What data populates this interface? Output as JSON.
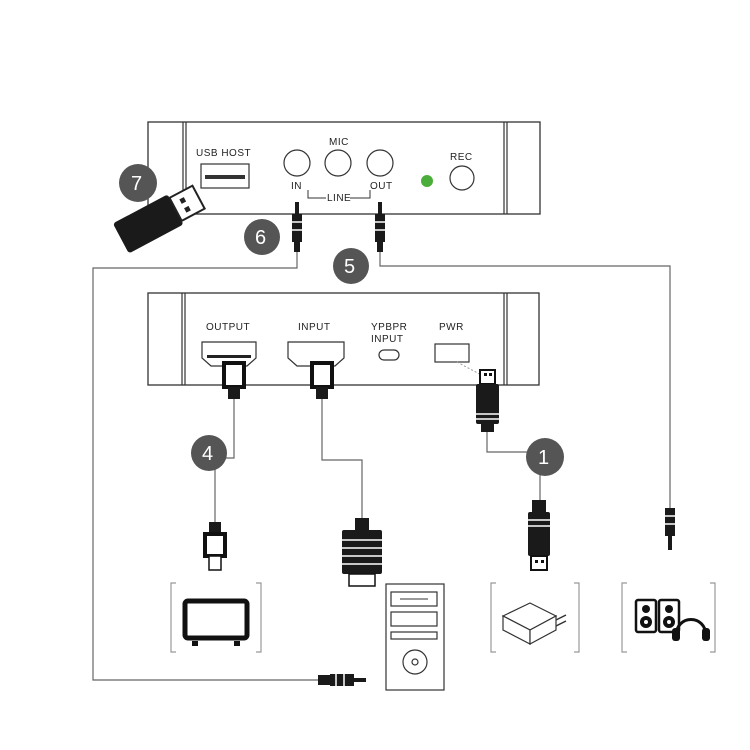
{
  "recorder": {
    "usb_host_label": "USB HOST",
    "mic_label": "MIC",
    "in_label": "IN",
    "out_label": "OUT",
    "line_label": "LINE",
    "rec_label": "REC",
    "led_color": "#4cae3a"
  },
  "converter": {
    "output_label": "OUTPUT",
    "input_label": "INPUT",
    "ypbpr_label_line1": "YPBPR",
    "ypbpr_label_line2": "INPUT",
    "pwr_label": "PWR"
  },
  "badges": [
    "7",
    "6",
    "5",
    "4",
    "1"
  ],
  "devices": [
    "tv-icon",
    "computer-tower-icon",
    "power-adapter-icon",
    "speakers-headphones-icon"
  ],
  "colors": {
    "badge": "#555555",
    "line": "#666666",
    "outline": "#333333"
  }
}
